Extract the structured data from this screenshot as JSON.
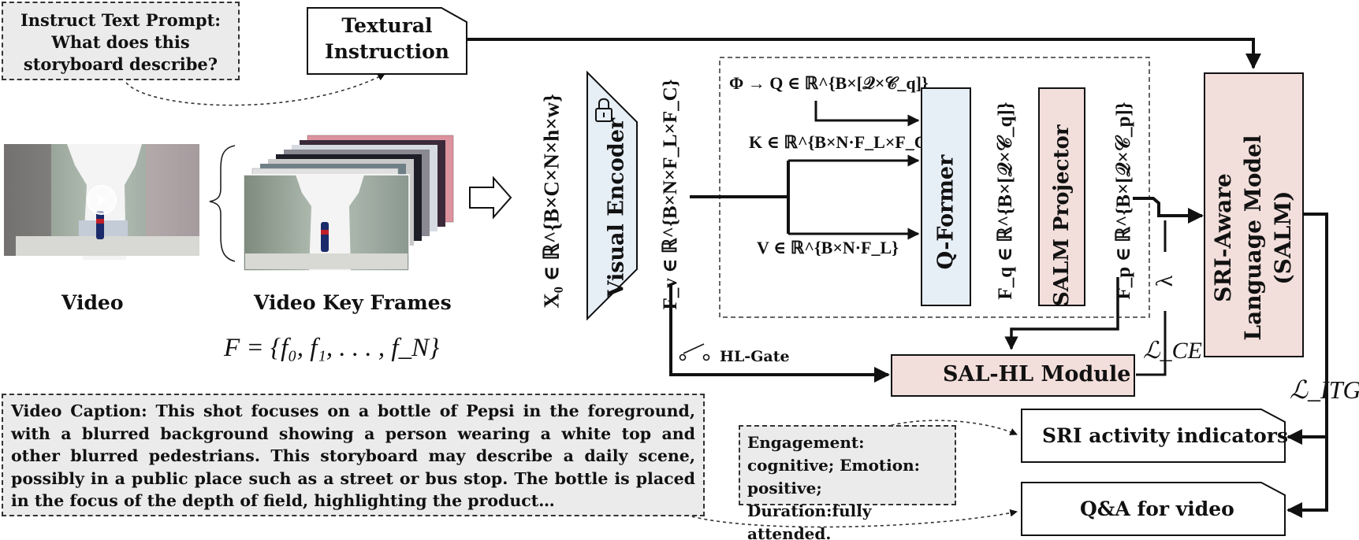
{
  "instruct_prompt": "Instruct Text Prompt: What does this storyboard describe?",
  "textural_instruction": "Textural Instruction",
  "video_label": "Video",
  "key_frames_label": "Video Key Frames",
  "frames_formula": "F = {f₀, f₁, . . . , f_N}",
  "x0_formula": "X₀ ∈ ℝ^{B×C×N×h×w}",
  "visual_encoder": "Visual Encoder",
  "fv_formula": "F_v ∈ ℝ^{B×N×F_L×F_C}",
  "phi_formula": "Φ → Q ∈ ℝ^{B×[𝒬×𝒞_q]}",
  "k_formula": "K ∈ ℝ^{B×N·F_L×F_C}",
  "v_formula": "V ∈ ℝ^{B×N·F_L}",
  "q_former": "Q-Former",
  "fq_formula": "F_q ∈ ℝ^{B×[𝒬×𝒞_q]}",
  "salm_projector": "SALM Projector",
  "fp_formula": "F_p ∈ ℝ^{B×[𝒬×𝒞_p]}",
  "lambda": "λ",
  "salm": "SRI-Aware Language Model (SALM)",
  "hl_gate": "HL-Gate",
  "sal_hl": "SAL-HL Module",
  "lce": "ℒ_CE",
  "litg": "ℒ_ITG",
  "video_caption": "Video Caption: This shot focuses on a bottle of Pepsi in the foreground, with a blurred background showing a person wearing a white top and other blurred pedestrians. This storyboard may describe a daily scene, possibly in a public place such as a street or bus stop. The bottle is placed in the focus of the depth of field, highlighting the product…",
  "sri_labels": "Engagement: cognitive; Emotion: positive; Duration:fully attended.",
  "sri_indicators": "SRI activity indicators",
  "qa_video": "Q&A for video",
  "colors": {
    "q_former": "#e6eef6",
    "pink": "#f2dedb",
    "dashed_fill": "#ebebeb"
  }
}
